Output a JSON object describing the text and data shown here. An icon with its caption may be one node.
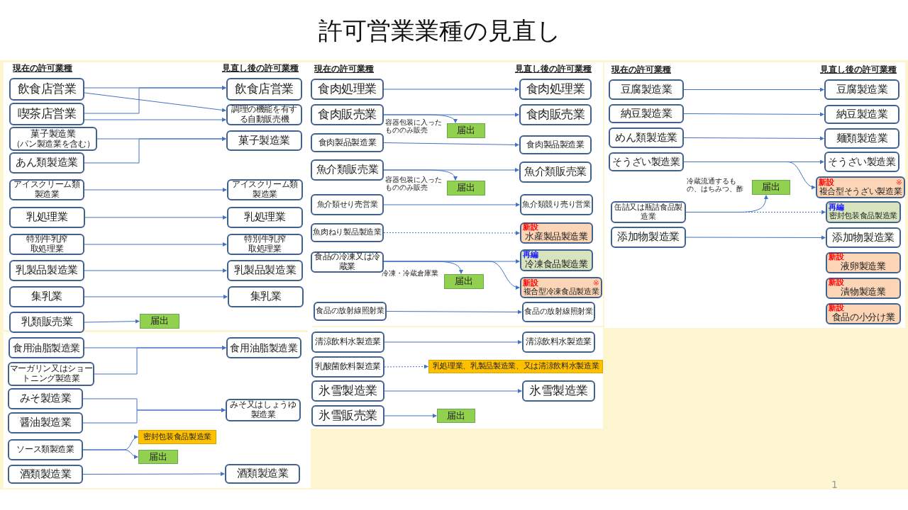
{
  "diagram": {
    "title": "許可営業業種の見直し",
    "nodes": [
      {
        "text": [
          "飲食店営業"
        ]
      },
      {
        "text": [
          "喫茶店営業"
        ]
      },
      {
        "text": [
          "菓子製造業",
          "（パン製造業を含む）"
        ]
      },
      {
        "text": [
          "あん類製造業"
        ]
      },
      {
        "text": [
          "アイスクリーム類製造業"
        ]
      },
      {
        "text": [
          "乳処理業"
        ]
      },
      {
        "text": [
          "特別牛乳搾取処理業"
        ]
      },
      {
        "text": [
          "乳製品製造業"
        ]
      },
      {
        "text": [
          "集乳業"
        ]
      },
      {
        "text": [
          "乳類販売業"
        ]
      },
      {
        "text": [
          "飲食店営業"
        ]
      },
      {
        "text": [
          "調理の機能を有する自動販売機"
        ]
      },
      {
        "text": [
          "菓子製造業"
        ]
      },
      {
        "text": [
          "アイスクリーム類製造業"
        ]
      },
      {
        "text": [
          "乳処理業"
        ]
      },
      {
        "text": [
          "特別牛乳搾取処理業"
        ]
      },
      {
        "text": [
          "乳製品製造業"
        ]
      },
      {
        "text": [
          "集乳業"
        ]
      },
      {
        "text": [
          "届出"
        ]
      },
      {
        "text": [
          "食用油脂製造業"
        ]
      },
      {
        "text": [
          "マーガリン又はショートニング製造業"
        ]
      },
      {
        "text": [
          "みそ製造業"
        ]
      },
      {
        "text": [
          "醤油製造業"
        ]
      },
      {
        "text": [
          "ソース類製造業"
        ]
      },
      {
        "text": [
          "酒類製造業"
        ]
      },
      {
        "text": [
          "食用油脂製造業"
        ]
      },
      {
        "text": [
          "みそ又はしょうゆ製造業"
        ]
      },
      {
        "text": [
          "密封包装食品製造業"
        ]
      },
      {
        "text": [
          "届出"
        ]
      },
      {
        "text": [
          "酒類製造業"
        ]
      },
      {
        "text": [
          "食肉処理業"
        ]
      },
      {
        "text": [
          "食肉販売業"
        ]
      },
      {
        "text": [
          "届出"
        ]
      },
      {
        "text": [
          "食肉製品製造業"
        ]
      },
      {
        "text": [
          "魚介類販売業"
        ]
      },
      {
        "text": [
          "届出"
        ]
      },
      {
        "text": [
          "魚介類せり売営業"
        ]
      },
      {
        "text": [
          "魚肉ねり製品製造業"
        ]
      },
      {
        "text": [
          "食品の冷凍又は冷蔵業"
        ]
      },
      {
        "text": [
          "届出"
        ]
      },
      {
        "text": [
          "食品の放射線照射業"
        ]
      },
      {
        "text": [
          "清涼飲料水製造業"
        ]
      },
      {
        "text": [
          "乳酸菌飲料製造業"
        ]
      },
      {
        "text": [
          "氷雪製造業"
        ]
      },
      {
        "text": [
          "氷雪販売業"
        ]
      },
      {
        "text": [
          "食肉処理業"
        ]
      },
      {
        "text": [
          "食肉販売業"
        ]
      },
      {
        "text": [
          "食肉製品製造業"
        ]
      },
      {
        "text": [
          "魚介類販売業"
        ]
      },
      {
        "text": [
          "魚介類競り売り営業"
        ]
      },
      {
        "text": [
          "新設",
          "水産製品製造業"
        ]
      },
      {
        "text": [
          "再編",
          "冷凍食品製造業"
        ]
      },
      {
        "text": [
          "新設",
          "※",
          "複合型冷凍食品製造業"
        ]
      },
      {
        "text": [
          "食品の放射線照射業"
        ]
      },
      {
        "text": [
          "清涼飲料水製造業"
        ]
      },
      {
        "text": [
          "乳処理業、乳製品製造業、又は清涼飲料水製造業"
        ]
      },
      {
        "text": [
          "氷雪製造業"
        ]
      },
      {
        "text": [
          "届出"
        ]
      },
      {
        "text": [
          "豆腐製造業"
        ]
      },
      {
        "text": [
          "納豆製造業"
        ]
      },
      {
        "text": [
          "めん類製造業"
        ]
      },
      {
        "text": [
          "そうざい製造業"
        ]
      },
      {
        "text": [
          "缶詰又は瓶詰食品製造業"
        ]
      },
      {
        "text": [
          "添加物製造業"
        ]
      },
      {
        "text": [
          "豆腐製造業"
        ]
      },
      {
        "text": [
          "納豆製造業"
        ]
      },
      {
        "text": [
          "麺類製造業"
        ]
      },
      {
        "text": [
          "そうざい製造業"
        ]
      },
      {
        "text": [
          "新設",
          "※",
          "複合型そうざい製造業"
        ]
      },
      {
        "text": [
          "再編",
          "密封包装食品製造業"
        ]
      },
      {
        "text": [
          "添加物製造業"
        ]
      },
      {
        "text": [
          "新設",
          "液卵製造業"
        ]
      },
      {
        "text": [
          "新設",
          "漬物製造業"
        ]
      },
      {
        "text": [
          "新設",
          "食品の小分け業"
        ]
      },
      {
        "text": [
          "届出"
        ]
      }
    ],
    "edges": [
      {
        "from": 0,
        "to": 10,
        "arrow": "to"
      },
      {
        "from": 1,
        "to": 10,
        "arrow": "to"
      },
      {
        "from": 0,
        "to": 11,
        "arrow": "to"
      },
      {
        "from": 1,
        "to": 11,
        "arrow": "to"
      },
      {
        "from": 2,
        "to": 12,
        "arrow": "to"
      },
      {
        "from": 3,
        "to": 12,
        "arrow": "to"
      },
      {
        "from": 4,
        "to": 13,
        "arrow": "to"
      },
      {
        "from": 5,
        "to": 14,
        "arrow": "to"
      },
      {
        "from": 6,
        "to": 15,
        "arrow": "to"
      },
      {
        "from": 7,
        "to": 16,
        "arrow": "to"
      },
      {
        "from": 8,
        "to": 17,
        "arrow": "to"
      },
      {
        "from": 9,
        "to": 18,
        "arrow": "to"
      },
      {
        "from": 19,
        "to": 25,
        "arrow": "to"
      },
      {
        "from": 20,
        "to": 25,
        "arrow": "to"
      },
      {
        "from": 21,
        "to": 26,
        "arrow": "to"
      },
      {
        "from": 22,
        "to": 26,
        "arrow": "to"
      },
      {
        "from": 23,
        "to": 27,
        "arrow": "to"
      },
      {
        "from": 23,
        "to": 28,
        "arrow": "to"
      },
      {
        "from": 24,
        "to": 29,
        "arrow": "to"
      },
      {
        "from": 30,
        "to": 45,
        "arrow": "to"
      },
      {
        "from": 31,
        "to": 46,
        "arrow": "to"
      },
      {
        "from": 31,
        "to": 32,
        "arrow": "to",
        "label": "容器包装に入ったもののみ販売"
      },
      {
        "from": 33,
        "to": 47,
        "arrow": "to"
      },
      {
        "from": 34,
        "to": 48,
        "arrow": "to"
      },
      {
        "from": 34,
        "to": 35,
        "arrow": "to",
        "label": "容器包装に入ったもののみ販売"
      },
      {
        "from": 36,
        "to": 49,
        "arrow": "to"
      },
      {
        "from": 37,
        "to": 50,
        "arrow": "to",
        "style": "dashed"
      },
      {
        "from": 38,
        "to": 51,
        "arrow": "to"
      },
      {
        "from": 38,
        "to": 39,
        "arrow": "to",
        "label": "冷凍・冷蔵倉庫業"
      },
      {
        "from": 38,
        "to": 52,
        "arrow": "to"
      },
      {
        "from": 40,
        "to": 53,
        "arrow": "to"
      },
      {
        "from": 41,
        "to": 54,
        "arrow": "to"
      },
      {
        "from": 42,
        "to": 55,
        "arrow": "to",
        "style": "dashed"
      },
      {
        "from": 43,
        "to": 56,
        "arrow": "to"
      },
      {
        "from": 44,
        "to": 57,
        "arrow": "to"
      },
      {
        "from": 58,
        "to": 64,
        "arrow": "to"
      },
      {
        "from": 59,
        "to": 65,
        "arrow": "to"
      },
      {
        "from": 60,
        "to": 66,
        "arrow": "to"
      },
      {
        "from": 61,
        "to": 67,
        "arrow": "to"
      },
      {
        "from": 61,
        "to": 68,
        "arrow": "to"
      },
      {
        "from": 62,
        "to": 74,
        "arrow": "to",
        "label": "冷蔵流通するもの、はちみつ、酢"
      },
      {
        "from": 62,
        "to": 69,
        "arrow": "to",
        "style": "dashed"
      },
      {
        "from": 63,
        "to": 70,
        "arrow": "to"
      }
    ],
    "labels": [
      "現在の許可業種",
      "見直し後の許可業種",
      "現在の許可業種",
      "見直し後の許可業種",
      "現在の許可業種",
      "見直し後の許可業種",
      "1"
    ]
  }
}
